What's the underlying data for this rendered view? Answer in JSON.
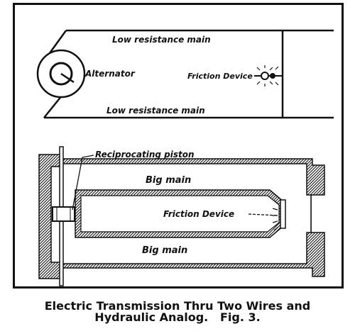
{
  "top_diagram": {
    "upper_wire_label": "Low resistance main",
    "lower_wire_label": "Low resistance main",
    "generator_label": "Alternator",
    "load_label": "Friction Device"
  },
  "bottom_diagram": {
    "piston_label": "Reciprocating piston",
    "upper_pipe_label": "Big main",
    "lower_pipe_label": "Big main",
    "load_label": "Friction Device"
  },
  "caption": {
    "line1": "Electric Transmission Thru Two Wires and",
    "line2": "Hydraulic Analog.   Fig. 3."
  }
}
